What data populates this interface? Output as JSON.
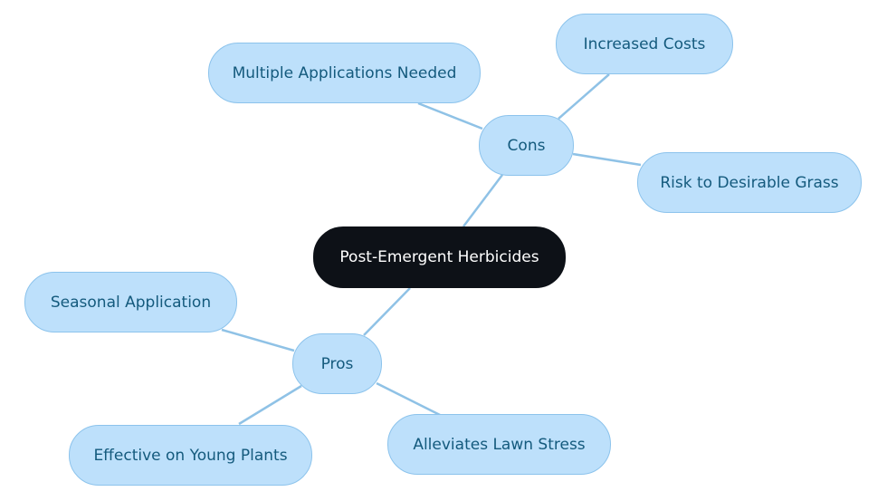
{
  "diagram": {
    "root": {
      "label": "Post-Emergent Herbicides"
    },
    "branches": {
      "cons": {
        "label": "Cons",
        "children": [
          "Multiple Applications Needed",
          "Increased Costs",
          "Risk to Desirable Grass"
        ]
      },
      "pros": {
        "label": "Pros",
        "children": [
          "Seasonal Application",
          "Effective on Young Plants",
          "Alleviates Lawn Stress"
        ]
      }
    },
    "colors": {
      "root_fill": "#0d1117",
      "root_text": "#ffffff",
      "node_fill": "#bde0fb",
      "node_border": "#8cc3ec",
      "node_text": "#145a7d",
      "connector": "#8fc2e6"
    }
  }
}
